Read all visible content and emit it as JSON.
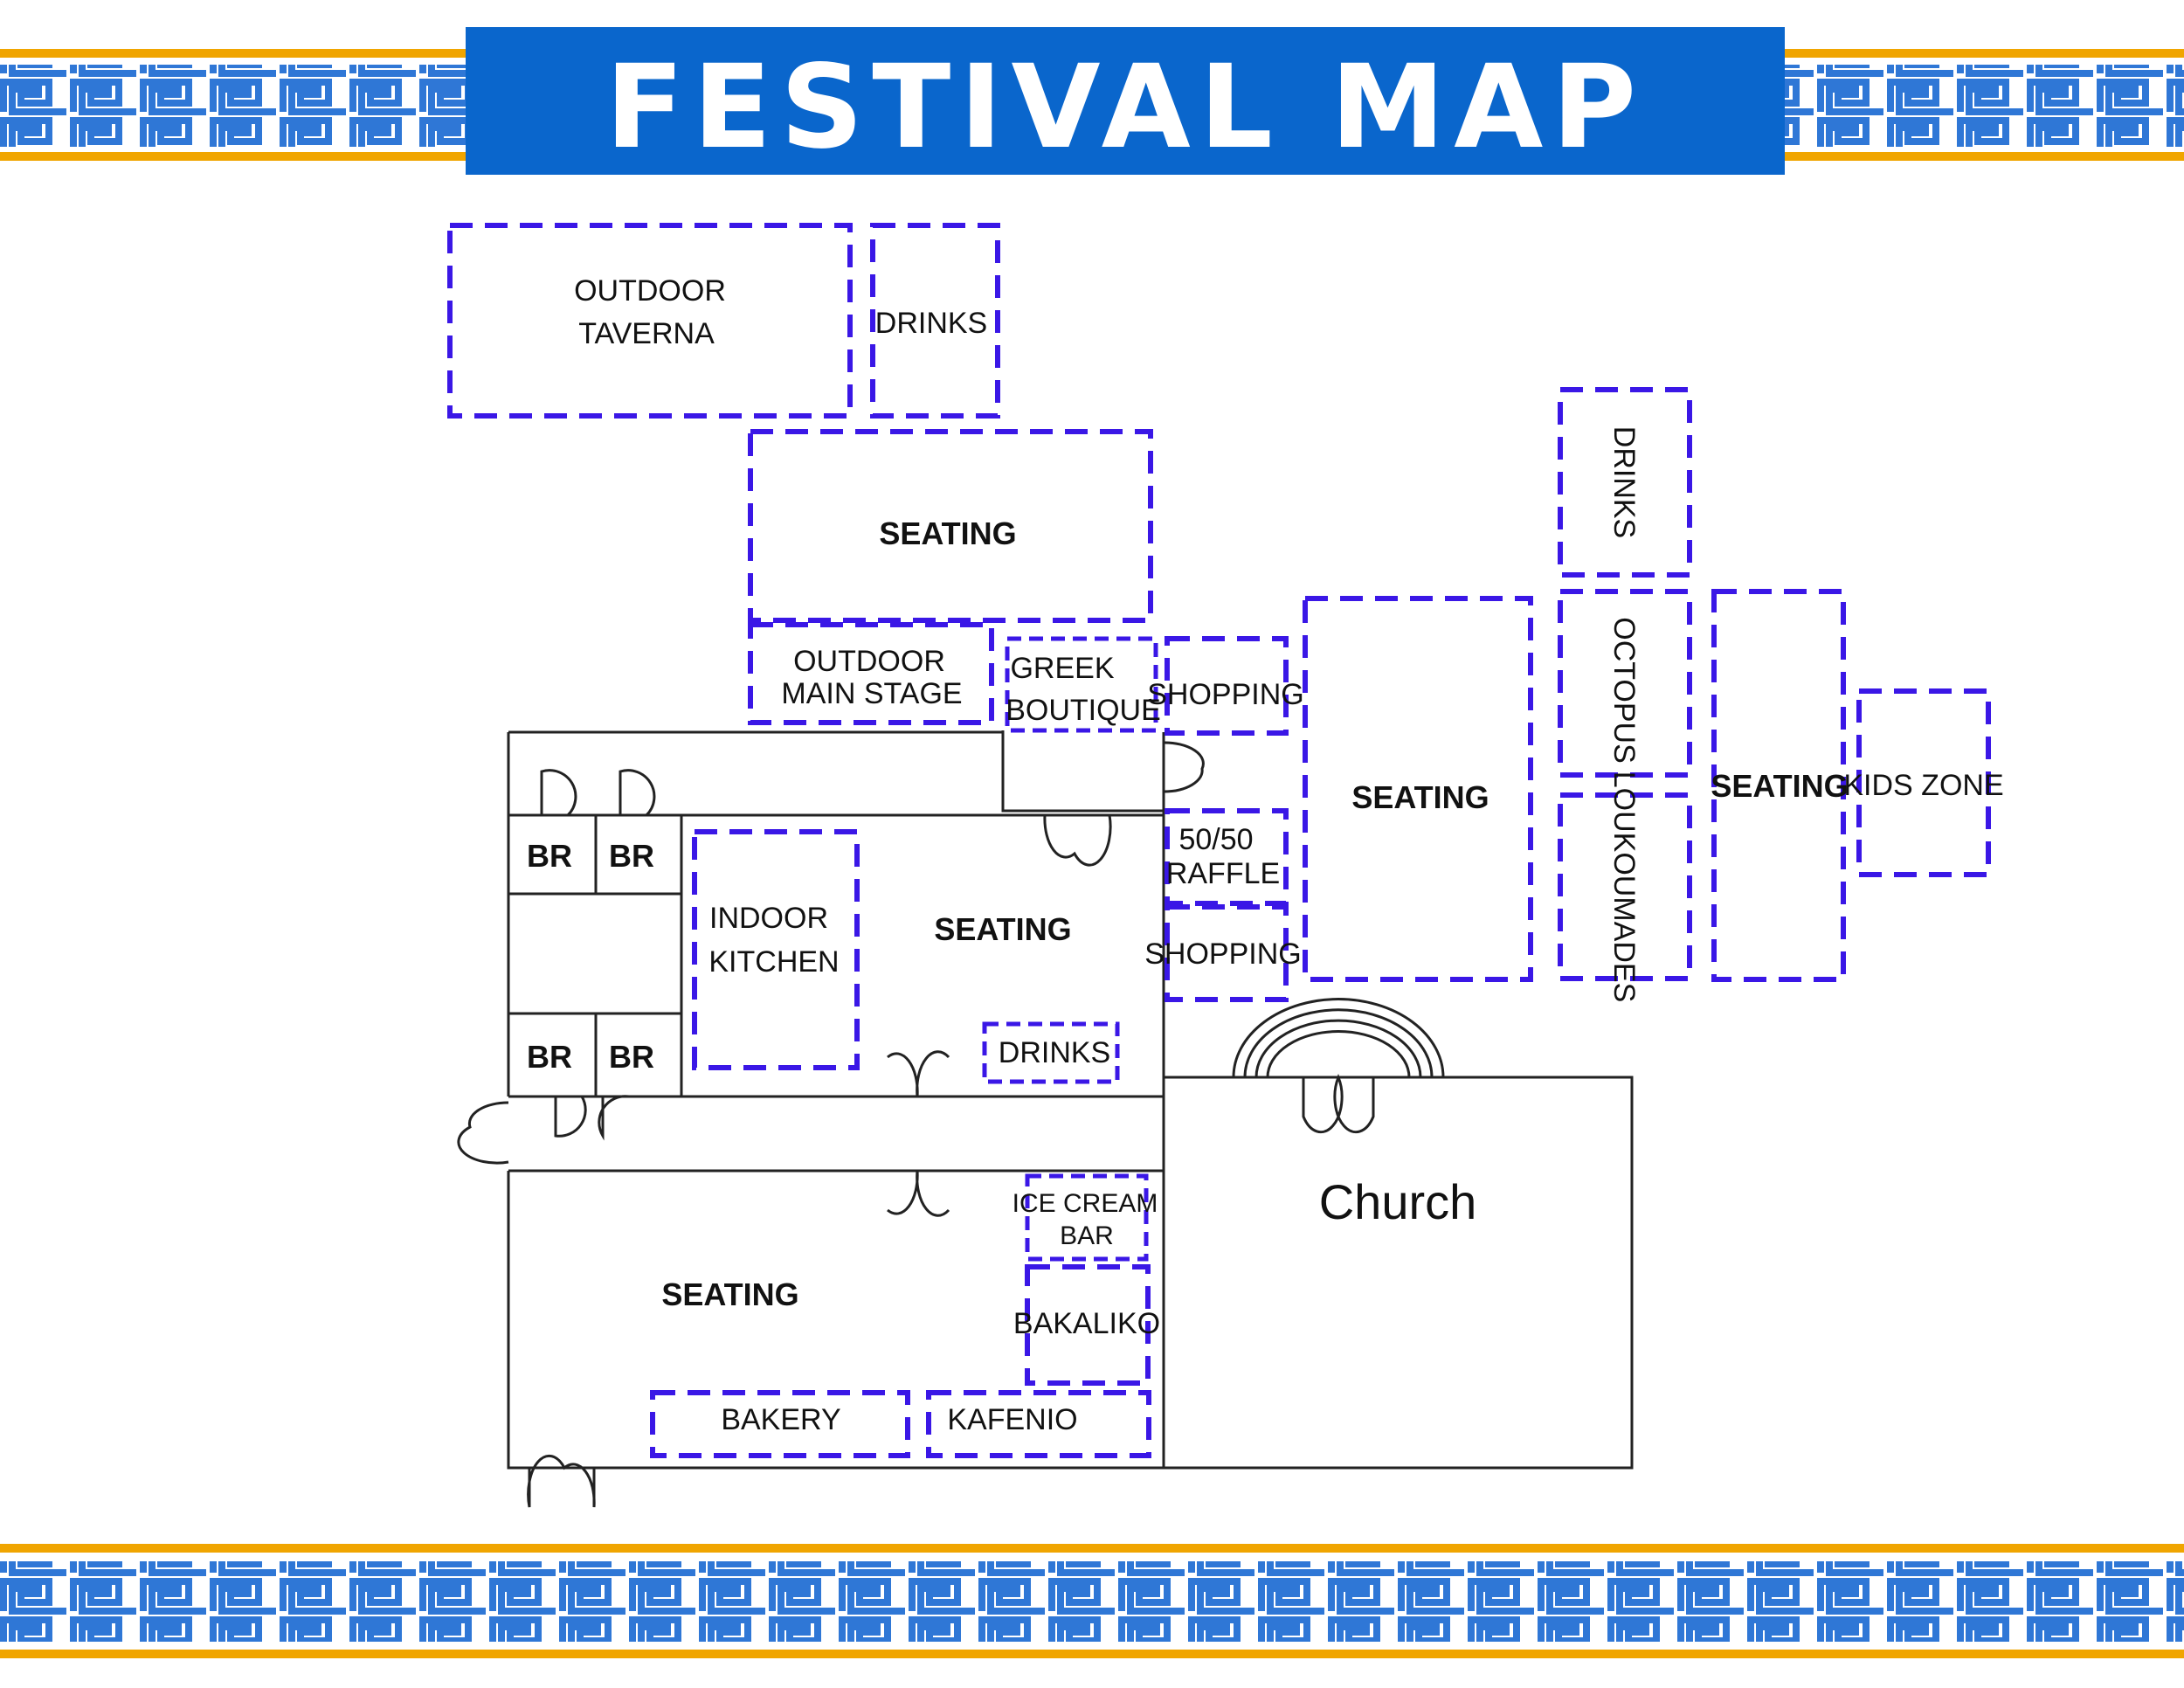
{
  "title": "FESTIVAL MAP",
  "colors": {
    "banner": "#0a66cc",
    "key_pattern": "#2f77d6",
    "key_stripe": "#f0a500",
    "zone_outline": "#3a17e6",
    "walls": "#222222",
    "background": "#ffffff"
  },
  "zones": {
    "outdoor_taverna": [
      "OUTDOOR",
      "TAVERNA"
    ],
    "drinks_top": "DRINKS",
    "seating_north": "SEATING",
    "outdoor_main_stage": [
      "OUTDOOR",
      "MAIN STAGE"
    ],
    "greek_boutique": [
      "GREEK",
      "BOUTIQUE"
    ],
    "shopping_upper": "SHOPPING",
    "raffle": [
      "50/50",
      "RAFFLE"
    ],
    "shopping_lower": "SHOPPING",
    "seating_east": "SEATING",
    "drinks_east": "DRINKS",
    "octopus": "OCTOPUS",
    "loukoumades": "LOUKOUMADES",
    "seating_far_east": "SEATING",
    "kids_zone": "KIDS ZONE",
    "indoor_kitchen": [
      "INDOOR",
      "KITCHEN"
    ],
    "seating_hall": "SEATING",
    "drinks_hall": "DRINKS",
    "ice_cream_bar": [
      "ICE CREAM",
      "BAR"
    ],
    "bakaliko": "BAKALIKO",
    "seating_south": "SEATING",
    "bakery": "BAKERY",
    "kafenio": "KAFENIO"
  },
  "restrooms": [
    "BR",
    "BR",
    "BR",
    "BR"
  ],
  "church": "Church"
}
